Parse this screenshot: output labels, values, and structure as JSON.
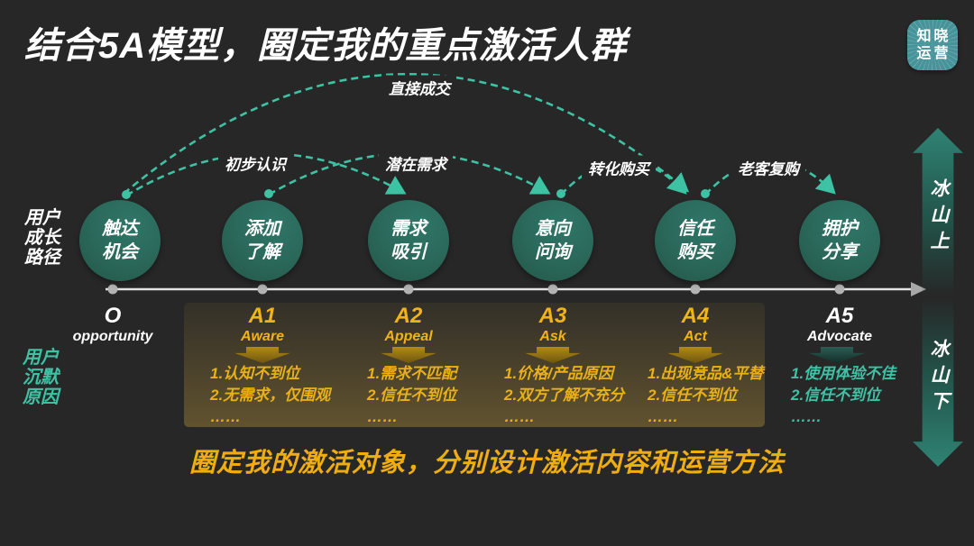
{
  "header": {
    "title": "结合5A模型，圈定我的重点激活人群",
    "logo_line1": "知晓",
    "logo_line2": "运营"
  },
  "side_labels": {
    "growth_path": {
      "l1": "用户",
      "l2": "成长",
      "l3": "路径"
    },
    "silence_reason": {
      "l1": "用户",
      "l2": "沉默",
      "l3": "原因"
    }
  },
  "arc_labels": {
    "direct_deal": "直接成交",
    "initial_awareness": "初步认识",
    "potential_demand": "潜在需求",
    "conversion_purchase": "转化购买",
    "repeat_purchase": "老客复购"
  },
  "stages": [
    {
      "circle_line1": "触达",
      "circle_line2": "机会",
      "code": "O",
      "name": "opportunity",
      "reasons": []
    },
    {
      "circle_line1": "添加",
      "circle_line2": "了解",
      "code": "A1",
      "name": "Aware",
      "reasons": [
        "1.认知不到位",
        "2.无需求，仅围观",
        "……"
      ]
    },
    {
      "circle_line1": "需求",
      "circle_line2": "吸引",
      "code": "A2",
      "name": "Appeal",
      "reasons": [
        "1.需求不匹配",
        "2.信任不到位",
        "……"
      ]
    },
    {
      "circle_line1": "意向",
      "circle_line2": "问询",
      "code": "A3",
      "name": "Ask",
      "reasons": [
        "1.价格/产品原因",
        "2.双方了解不充分",
        "……"
      ]
    },
    {
      "circle_line1": "信任",
      "circle_line2": "购买",
      "code": "A4",
      "name": "Act",
      "reasons": [
        "1.出现竞品&平替",
        "2.信任不到位",
        "……"
      ]
    },
    {
      "circle_line1": "拥护",
      "circle_line2": "分享",
      "code": "A5",
      "name": "Advocate",
      "reasons": [
        "1.使用体验不佳",
        "2.信任不到位",
        "……"
      ]
    }
  ],
  "iceberg": {
    "above": "冰山上",
    "below": "冰山下"
  },
  "footer": {
    "note": "圈定我的激活对象，分别设计激活内容和运营方法"
  },
  "colors": {
    "background": "#272727",
    "arc_teal": "#3ec2a4",
    "circle_green": "#2a6759",
    "accent_gold": "#f0b41a",
    "logo_teal": "#47939a"
  }
}
